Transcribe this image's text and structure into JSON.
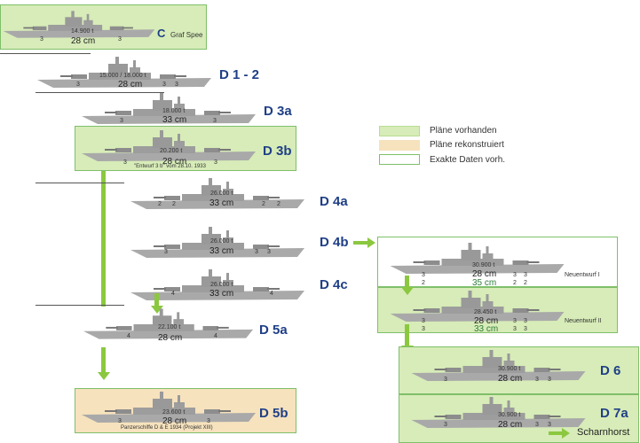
{
  "legend": {
    "plans_available": "Pläne vorhanden",
    "plans_reconstructed": "Pläne rekonstruiert",
    "exact_data": "Exakte Daten vorh."
  },
  "colors": {
    "green_fill": "#d7ecb8",
    "orange_fill": "#f6e2bd",
    "arrow": "#8bc83f",
    "label": "#1f3f86",
    "ship": "#a9a9a9"
  },
  "ships": {
    "graf_spee": {
      "tonnage": "14.900 t",
      "gun": "28 cm",
      "n1": "3",
      "n2": "3",
      "letter": "C",
      "name": "Graf Spee"
    },
    "d12": {
      "label": "D 1 - 2",
      "tonnage": "15.000 / 18.000 t",
      "gun": "28 cm",
      "n1": "3",
      "n2": "3",
      "n3": "3"
    },
    "d3a": {
      "label": "D 3a",
      "tonnage": "18.000 t",
      "gun": "33 cm",
      "n1": "3",
      "n2": "3"
    },
    "d3b": {
      "label": "D 3b",
      "tonnage": "20.200 t",
      "gun": "28 cm",
      "n1": "3",
      "n2": "3",
      "caption": "\"Entwurf 3 b\" vom 28.10. 1933"
    },
    "d4a": {
      "label": "D 4a",
      "tonnage": "26.000 t",
      "gun": "33 cm",
      "n1": "2",
      "n2": "2",
      "n3": "2",
      "n4": "2"
    },
    "d4b": {
      "label": "D 4b",
      "tonnage": "26.000 t",
      "gun": "33 cm",
      "n1": "3",
      "n2": "3",
      "n3": "3"
    },
    "d4c": {
      "label": "D 4c",
      "tonnage": "26.000 t",
      "gun": "33 cm",
      "n1": "4",
      "n2": "4"
    },
    "d5a": {
      "label": "D 5a",
      "tonnage": "22.100 t",
      "gun": "28 cm",
      "n1": "4",
      "n2": "4"
    },
    "d5b": {
      "label": "D 5b",
      "tonnage": "23.600 t",
      "gun": "28 cm",
      "n1": "3",
      "n2": "3",
      "caption": "Panzerschiffe D & E 1934 (Projekt XIII)"
    },
    "neu1": {
      "name": "Neuentwurf I",
      "tonnage": "30.900 t",
      "gun1": "28 cm",
      "gun2": "35 cm",
      "a1": "3",
      "a2": "3",
      "a3": "3",
      "b1": "2",
      "b2": "2",
      "b3": "2"
    },
    "neu2": {
      "name": "Neuentwurf II",
      "tonnage": "28.450 t",
      "gun1": "28 cm",
      "gun2": "33 cm",
      "a1": "3",
      "a2": "3",
      "a3": "3",
      "b1": "3",
      "b2": "3",
      "b3": "3"
    },
    "d6": {
      "label": "D 6",
      "tonnage": "30.900 t",
      "gun": "28 cm",
      "n1": "3",
      "n2": "3",
      "n3": "3"
    },
    "d7a": {
      "label": "D 7a",
      "tonnage": "30.900 t",
      "gun": "28 cm",
      "n1": "3",
      "n2": "3",
      "n3": "3",
      "successor": "Scharnhorst"
    }
  }
}
